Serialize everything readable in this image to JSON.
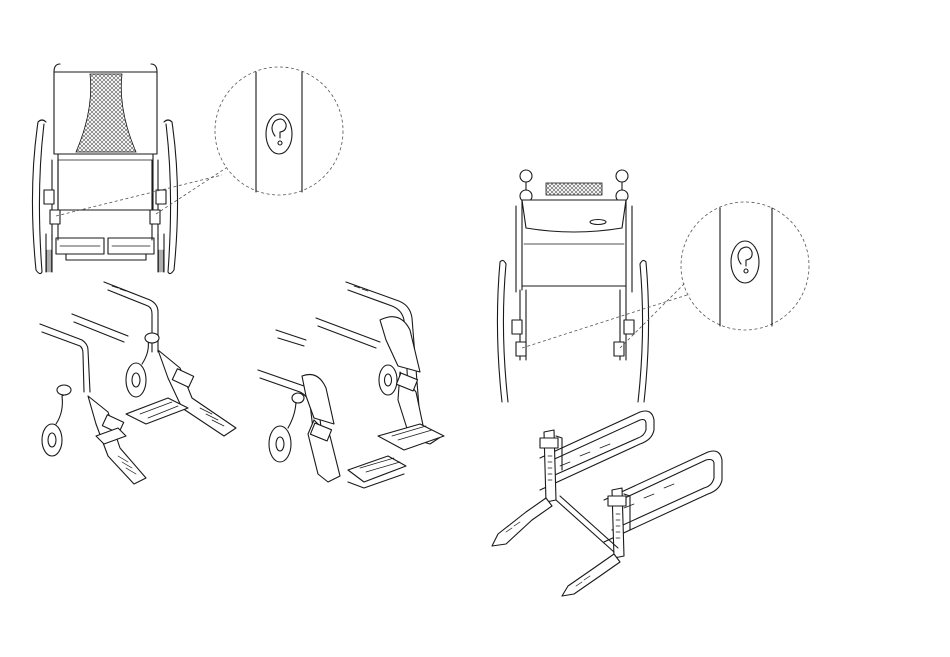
{
  "figure": {
    "background": "#ffffff",
    "line_color": "#1a1a1a",
    "mesh_color": "#555555"
  },
  "panels": [
    {
      "id": "front-view-left",
      "callout": "tie-down-bracket-detail",
      "icon": "tie-down-hook-icon"
    },
    {
      "id": "footrest-variant-a"
    },
    {
      "id": "footrest-variant-b"
    },
    {
      "id": "rear-view-right",
      "callout": "tie-down-bracket-detail",
      "icon": "tie-down-hook-icon"
    },
    {
      "id": "footrest-frame-assembly"
    }
  ]
}
